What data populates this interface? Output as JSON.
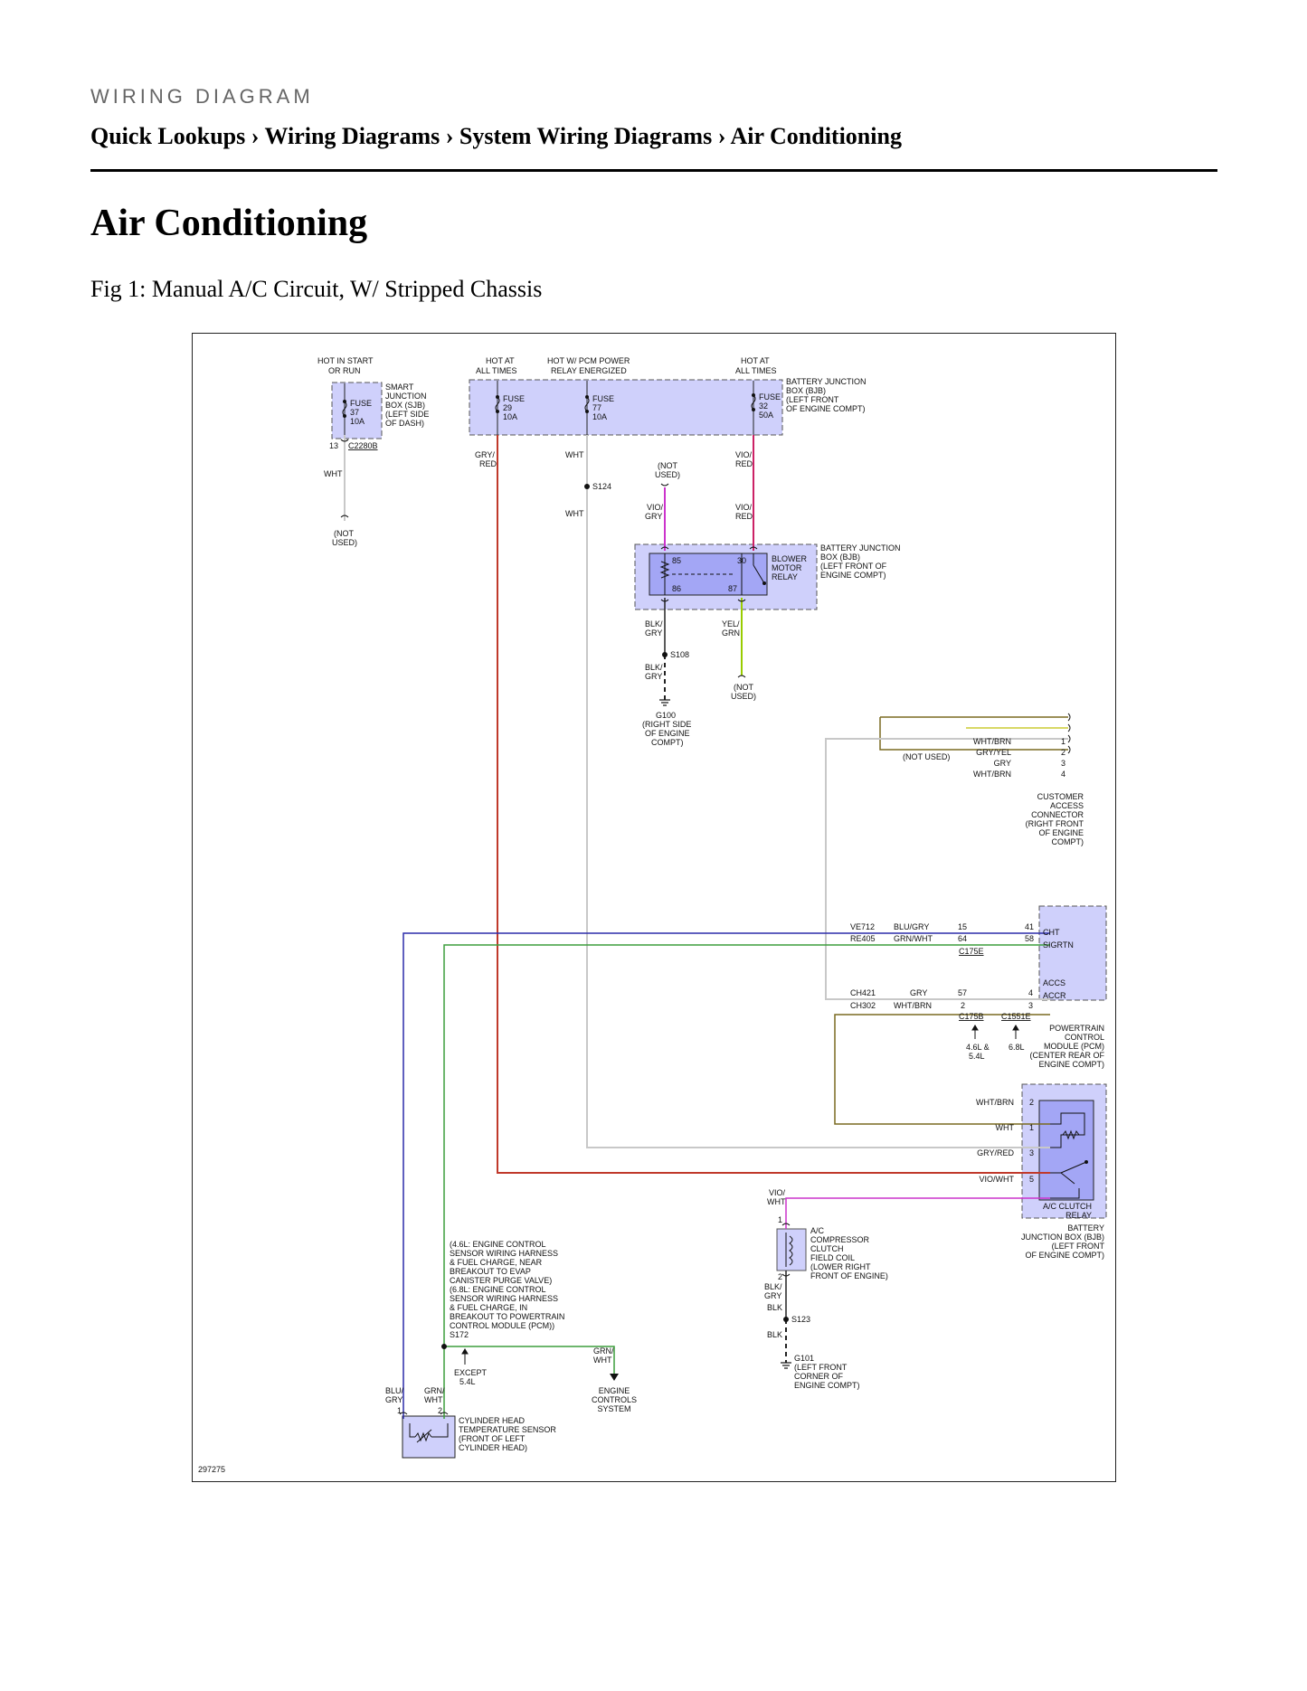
{
  "header": {
    "kicker": "WIRING DIAGRAM",
    "breadcrumb": [
      "Quick Lookups",
      "Wiring Diagrams",
      "System Wiring Diagrams",
      "Air Conditioning"
    ],
    "separator": "›"
  },
  "page_title": "Air Conditioning",
  "figure": {
    "caption": "Fig 1: Manual A/C Circuit, W/ Stripped Chassis",
    "figure_id": "297275"
  },
  "diagram": {
    "sjb": {
      "power_label": [
        "HOT IN START",
        "OR RUN"
      ],
      "fuse": [
        "FUSE",
        "37",
        "10A"
      ],
      "box_label": [
        "SMART",
        "JUNCTION",
        "BOX (SJB)",
        "(LEFT SIDE",
        "OF DASH)"
      ],
      "pin": "13",
      "connector": "C2280B",
      "wire": "WHT",
      "end": [
        "(NOT",
        "USED)"
      ]
    },
    "bjb_top": {
      "power_a": [
        "HOT AT",
        "ALL TIMES"
      ],
      "power_b": [
        "HOT W/ PCM POWER",
        "RELAY ENERGIZED"
      ],
      "power_c": [
        "HOT AT",
        "ALL TIMES"
      ],
      "fuse_a": [
        "FUSE",
        "29",
        "10A"
      ],
      "fuse_b": [
        "FUSE",
        "77",
        "10A"
      ],
      "fuse_c": [
        "FUSE",
        "32",
        "50A"
      ],
      "box_label": [
        "BATTERY JUNCTION",
        "BOX (BJB)",
        "(LEFT FRONT",
        "OF ENGINE COMPT)"
      ],
      "wire_a": [
        "GRY/",
        "RED"
      ],
      "wire_b": "WHT",
      "wire_c": [
        "VIO/",
        "RED"
      ],
      "splice": "S124",
      "wire_b2": "WHT"
    },
    "blower_relay": {
      "not_used": [
        "(NOT",
        "USED)"
      ],
      "in_wire_a": [
        "VIO/",
        "GRY"
      ],
      "in_wire_b": [
        "VIO/",
        "RED"
      ],
      "pins": [
        "85",
        "30",
        "86",
        "87"
      ],
      "relay_label": [
        "BLOWER",
        "MOTOR",
        "RELAY"
      ],
      "box_label": [
        "BATTERY JUNCTION",
        "BOX (BJB)",
        "(LEFT FRONT OF",
        "ENGINE COMPT)"
      ],
      "out_wire_a": [
        "BLK/",
        "GRY"
      ],
      "out_wire_b": [
        "YEL/",
        "GRN"
      ],
      "splice": "S108",
      "out_wire_a2": [
        "BLK/",
        "GRY"
      ],
      "not_used_b": [
        "(NOT",
        "USED)"
      ],
      "ground": [
        "G100",
        "(RIGHT SIDE",
        "OF ENGINE",
        "COMPT)"
      ]
    },
    "customer_connector": {
      "wires": [
        "WHT/BRN",
        "GRY/YEL",
        "GRY",
        "WHT/BRN"
      ],
      "pins": [
        "1",
        "2",
        "3",
        "4"
      ],
      "not_used": "(NOT USED)",
      "label": [
        "CUSTOMER",
        "ACCESS",
        "CONNECTOR",
        "(RIGHT FRONT",
        "OF ENGINE",
        "COMPT)"
      ]
    },
    "pcm": {
      "circuits": [
        "VE712",
        "RE405",
        "CH421",
        "CH302"
      ],
      "wires": [
        "BLU/GRY",
        "GRN/WHT",
        "GRY",
        "WHT/BRN"
      ],
      "pins_a": [
        "15",
        "64",
        "57",
        "2"
      ],
      "pins_b": [
        "41",
        "58",
        "4",
        "3"
      ],
      "signals": [
        "CHT",
        "SIGRTN",
        "ACCS",
        "ACCR"
      ],
      "connectors": [
        "C175E",
        "C175B",
        "C1551E"
      ],
      "variants": [
        "4.6L &",
        "5.4L",
        "6.8L"
      ],
      "label": [
        "POWERTRAIN",
        "CONTROL",
        "MODULE (PCM)",
        "(CENTER REAR OF",
        "ENGINE COMPT)"
      ]
    },
    "ac_clutch_relay": {
      "wires": [
        "WHT/BRN",
        "WHT",
        "GRY/RED",
        "VIO/WHT"
      ],
      "pins": [
        "2",
        "1",
        "3",
        "5"
      ],
      "relay_label": [
        "A/C CLUTCH",
        "RELAY"
      ],
      "box_label": [
        "BATTERY",
        "JUNCTION BOX (BJB)",
        "(LEFT FRONT",
        "OF ENGINE COMPT)"
      ]
    },
    "compressor": {
      "in_wire": [
        "VIO/",
        "WHT"
      ],
      "pin_top": "1",
      "pin_bottom": "2",
      "label": [
        "A/C",
        "COMPRESSOR",
        "CLUTCH",
        "FIELD COIL",
        "(LOWER RIGHT",
        "FRONT OF ENGINE)"
      ],
      "out_wire": [
        "BLK/",
        "GRY"
      ],
      "wire2": "BLK",
      "splice": "S123",
      "wire3": "BLK",
      "ground": [
        "G101",
        "(LEFT FRONT",
        "CORNER OF",
        "ENGINE COMPT)"
      ]
    },
    "harness_note": [
      "(4.6L: ENGINE CONTROL",
      "SENSOR WIRING HARNESS",
      "& FUEL CHARGE, NEAR",
      "BREAKOUT TO EVAP",
      "CANISTER PURGE VALVE)",
      "(6.8L: ENGINE CONTROL",
      "SENSOR WIRING HARNESS",
      "& FUEL CHARGE, IN",
      "BREAKOUT TO POWERTRAIN",
      "CONTROL MODULE (PCM))",
      "S172"
    ],
    "except": [
      "EXCEPT",
      "5.4L"
    ],
    "engine_controls": {
      "wire": [
        "GRN/",
        "WHT"
      ],
      "label": [
        "ENGINE",
        "CONTROLS",
        "SYSTEM"
      ]
    },
    "cht_sensor": {
      "wire_a": [
        "BLU/",
        "GRY"
      ],
      "wire_b": [
        "GRN/",
        "WHT"
      ],
      "pins": [
        "1",
        "2"
      ],
      "label": [
        "CYLINDER HEAD",
        "TEMPERATURE SENSOR",
        "(FRONT OF LEFT",
        "CYLINDER HEAD)"
      ]
    },
    "colors": {
      "box_fill": "#cfd0fb",
      "relay_fill": "#a3a6f5",
      "gry_red": "#c0392b",
      "wht": "#c8c8c8",
      "vio": "#cc33cc",
      "vio_red": "#cc2266",
      "yel_grn": "#99cc00",
      "blu_gry": "#2c2caa",
      "grn_wht": "#3d9e3d",
      "wht_brn": "#7a6a20",
      "gry_yel": "#cccc33"
    }
  }
}
